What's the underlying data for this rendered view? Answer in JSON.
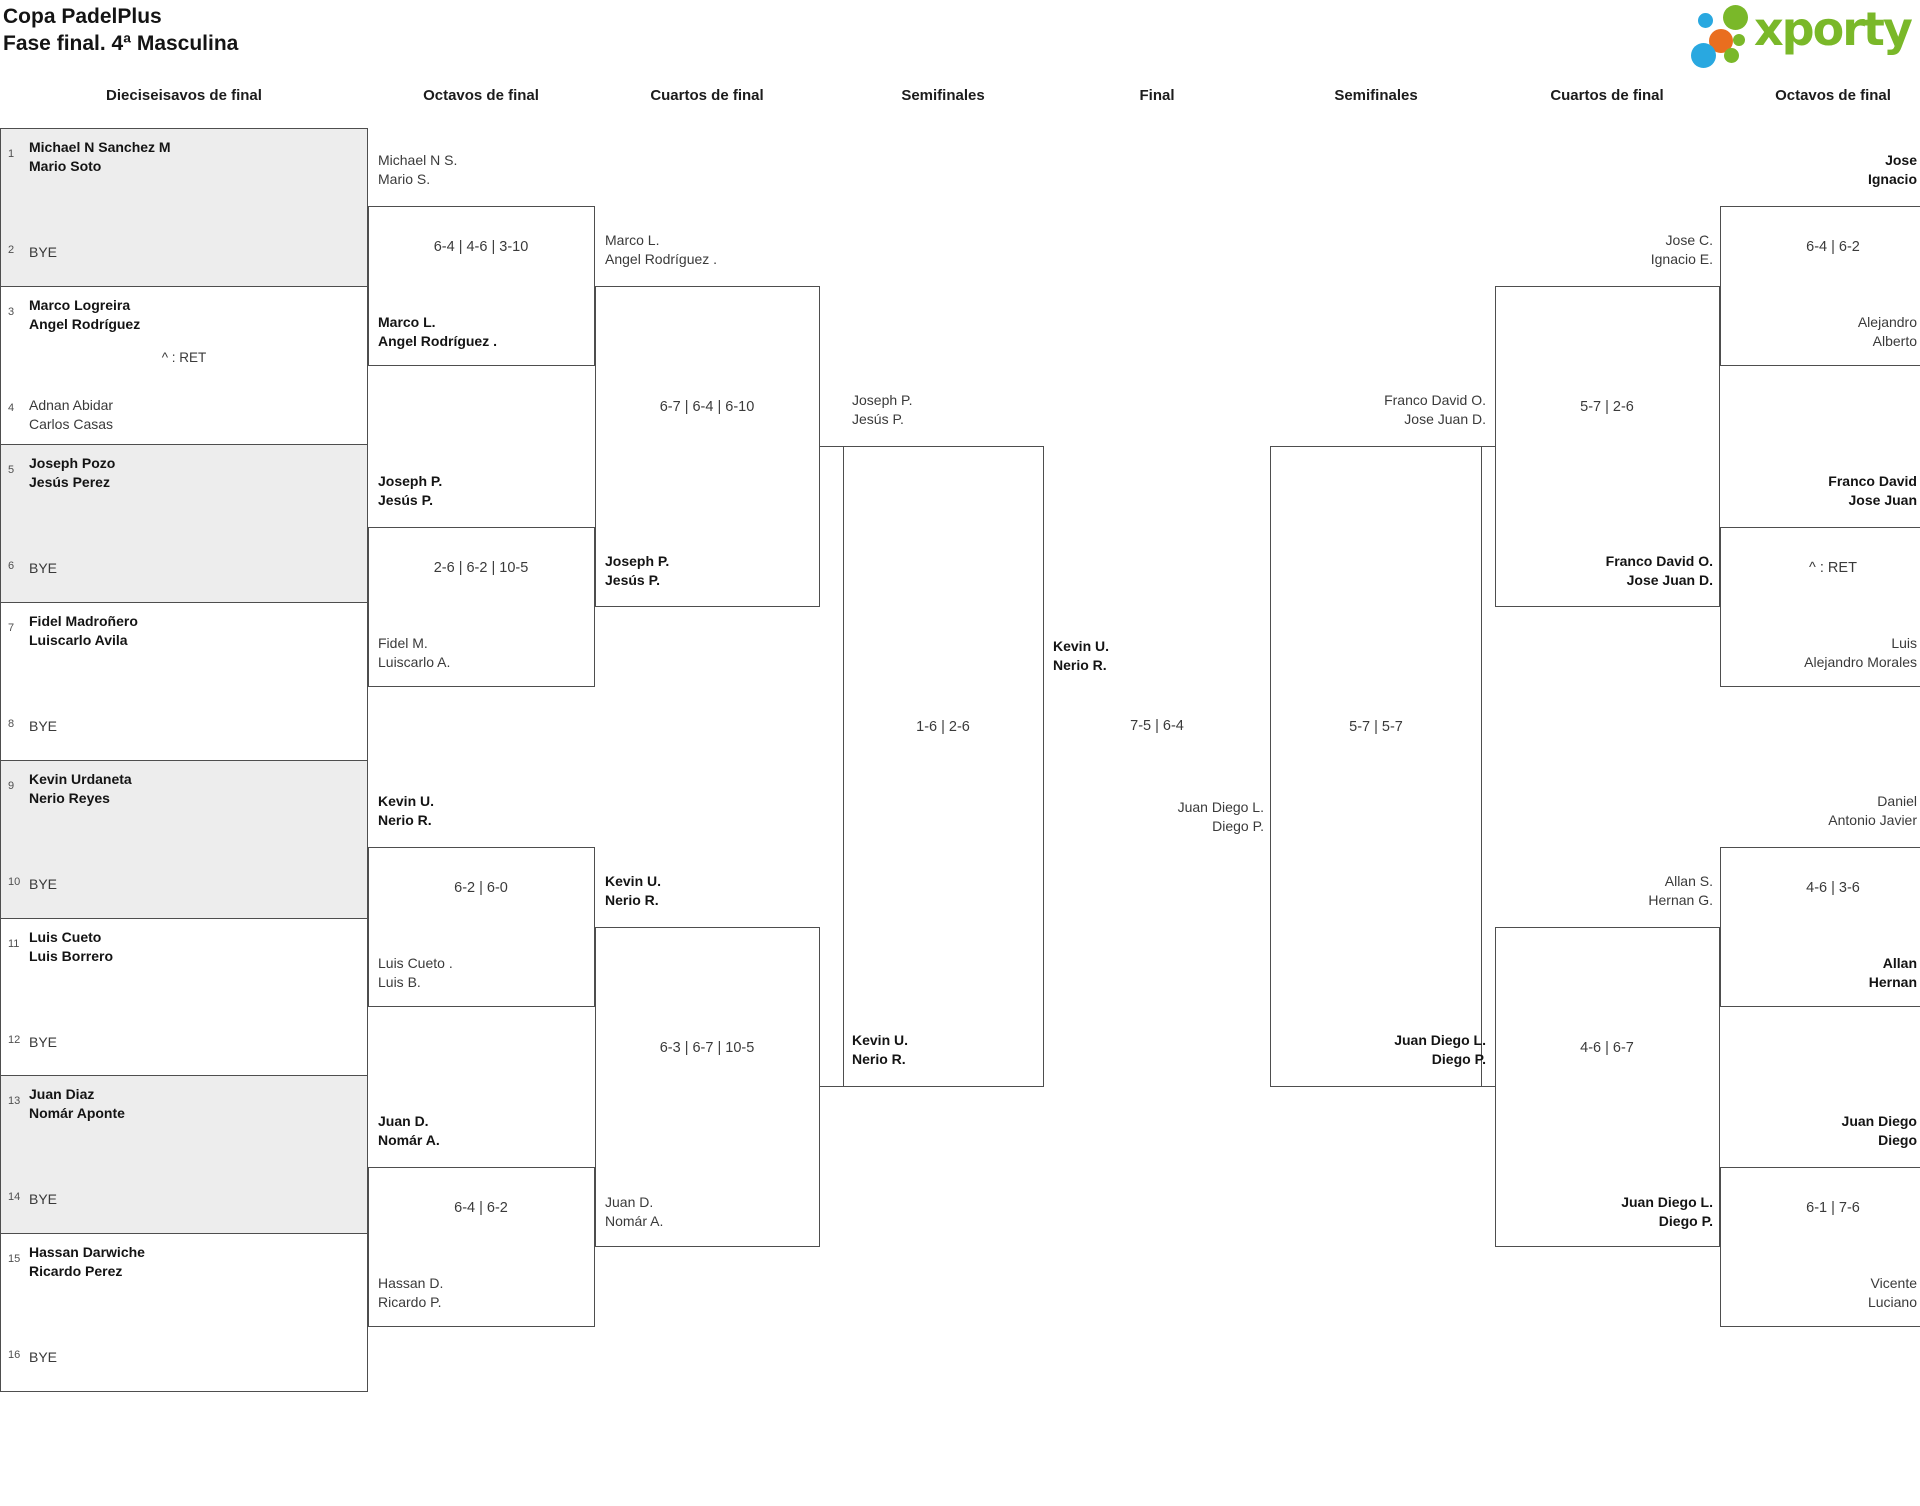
{
  "title": {
    "line1": "Copa PadelPlus",
    "line2": "Fase final. 4ª Masculina"
  },
  "logo": {
    "text": "xporty"
  },
  "colors": {
    "accent_green": "#7ab829",
    "logo_blue": "#29a8e0",
    "logo_orange": "#e96e1f",
    "line": "#4e4e4e",
    "shaded_fill": "#ededed",
    "text_dark": "#141414",
    "text_mid": "#3a3a3a"
  },
  "round_headers": [
    {
      "label": "Dieciseisavos de final"
    },
    {
      "label": "Octavos de final"
    },
    {
      "label": "Cuartos de final"
    },
    {
      "label": "Semifinales"
    },
    {
      "label": "Final"
    },
    {
      "label": "Semifinales"
    },
    {
      "label": "Cuartos de final"
    },
    {
      "label": "Octavos de final"
    }
  ],
  "bracket": {
    "r32": [
      {
        "n1": "1",
        "t1": [
          "Michael N Sanchez M",
          "Mario Soto"
        ],
        "b1": true,
        "n2": "2",
        "t2": [
          "BYE"
        ],
        "b2": false,
        "shaded": true
      },
      {
        "n1": "3",
        "t1": [
          "Marco Logreira",
          "Angel Rodríguez"
        ],
        "b1": true,
        "n2": "4",
        "t2": [
          "Adnan Abidar",
          "Carlos Casas"
        ],
        "b2": false,
        "note": "^ : RET",
        "shaded": false
      },
      {
        "n1": "5",
        "t1": [
          "Joseph Pozo",
          "Jesús Perez"
        ],
        "b1": true,
        "n2": "6",
        "t2": [
          "BYE"
        ],
        "b2": false,
        "shaded": true
      },
      {
        "n1": "7",
        "t1": [
          "Fidel Madroñero",
          "Luiscarlo Avila"
        ],
        "b1": true,
        "n2": "8",
        "t2": [
          "BYE"
        ],
        "b2": false,
        "shaded": false
      },
      {
        "n1": "9",
        "t1": [
          "Kevin Urdaneta",
          "Nerio Reyes"
        ],
        "b1": true,
        "n2": "10",
        "t2": [
          "BYE"
        ],
        "b2": false,
        "shaded": true
      },
      {
        "n1": "11",
        "t1": [
          "Luis Cueto",
          "Luis Borrero"
        ],
        "b1": true,
        "n2": "12",
        "t2": [
          "BYE"
        ],
        "b2": false,
        "shaded": false
      },
      {
        "n1": "13",
        "t1": [
          "Juan Diaz",
          "Nomár Aponte"
        ],
        "b1": true,
        "n2": "14",
        "t2": [
          "BYE"
        ],
        "b2": false,
        "shaded": true
      },
      {
        "n1": "15",
        "t1": [
          "Hassan Darwiche",
          "Ricardo Perez"
        ],
        "b1": true,
        "n2": "16",
        "t2": [
          "BYE"
        ],
        "b2": false,
        "shaded": false
      }
    ],
    "octavos_left": [
      {
        "t1": [
          "Michael N S.",
          "Mario S."
        ],
        "b1": false,
        "score": "6-4 | 4-6 | 3-10",
        "t2": [
          "Marco L.",
          "Angel Rodríguez ."
        ],
        "b2": true
      },
      {
        "t1": [
          "Joseph P.",
          "Jesús P."
        ],
        "b1": true,
        "score": "2-6 | 6-2 | 10-5",
        "t2": [
          "Fidel M.",
          "Luiscarlo A."
        ],
        "b2": false
      },
      {
        "t1": [
          "Kevin U.",
          "Nerio R."
        ],
        "b1": true,
        "score": "6-2 | 6-0",
        "t2": [
          "Luis Cueto .",
          "Luis B."
        ],
        "b2": false
      },
      {
        "t1": [
          "Juan D.",
          "Nomár A."
        ],
        "b1": true,
        "score": "6-4 | 6-2",
        "t2": [
          "Hassan D.",
          "Ricardo P."
        ],
        "b2": false
      }
    ],
    "cuartos_left": [
      {
        "t1": [
          "Marco L.",
          "Angel Rodríguez ."
        ],
        "b1": false,
        "score": "6-7 | 6-4 | 6-10",
        "t2": [
          "Joseph P.",
          "Jesús P."
        ],
        "b2": true
      },
      {
        "t1": [
          "Kevin U.",
          "Nerio R."
        ],
        "b1": true,
        "score": "6-3 | 6-7 | 10-5",
        "t2": [
          "Juan D.",
          "Nomár A."
        ],
        "b2": false
      }
    ],
    "semifinal_left": {
      "t1": [
        "Joseph P.",
        "Jesús P."
      ],
      "b1": false,
      "score": "1-6 | 2-6",
      "t2": [
        "Kevin U.",
        "Nerio R."
      ],
      "b2": true
    },
    "final": {
      "t1": [
        "Kevin U.",
        "Nerio R."
      ],
      "b1": true,
      "score": "7-5 | 6-4",
      "t2": [
        "Juan Diego L.",
        "Diego P."
      ],
      "b2": false
    },
    "semifinal_right": {
      "t1": [
        "Franco David O.",
        "Jose Juan D."
      ],
      "b1": false,
      "score": "5-7 | 5-7",
      "t2": [
        "Juan Diego L.",
        "Diego P."
      ],
      "b2": true
    },
    "cuartos_right": [
      {
        "t1": [
          "Jose C.",
          "Ignacio E."
        ],
        "b1": false,
        "score": "5-7 | 2-6",
        "t2": [
          "Franco David O.",
          "Jose Juan D."
        ],
        "b2": true
      },
      {
        "t1": [
          "Allan S.",
          "Hernan G."
        ],
        "b1": false,
        "score": "4-6 | 6-7",
        "t2": [
          "Juan Diego L.",
          "Diego P."
        ],
        "b2": true
      }
    ],
    "octavos_right": [
      {
        "t1": [
          "Jose",
          "Ignacio"
        ],
        "b1": true,
        "score": "6-4 | 6-2",
        "t2": [
          "Alejandro",
          "Alberto"
        ],
        "b2": false
      },
      {
        "t1": [
          "Franco David",
          "Jose Juan"
        ],
        "b1": true,
        "score": "^ : RET",
        "t2": [
          "Luis",
          "Alejandro Morales"
        ],
        "b2": false
      },
      {
        "t1": [
          "Daniel",
          "Antonio Javier"
        ],
        "b1": false,
        "score": "4-6 | 3-6",
        "t2": [
          "Allan",
          "Hernan"
        ],
        "b2": true
      },
      {
        "t1": [
          "Juan Diego",
          "Diego"
        ],
        "b1": true,
        "score": "6-1 | 7-6",
        "t2": [
          "Vicente",
          "Luciano"
        ],
        "b2": false
      }
    ]
  }
}
